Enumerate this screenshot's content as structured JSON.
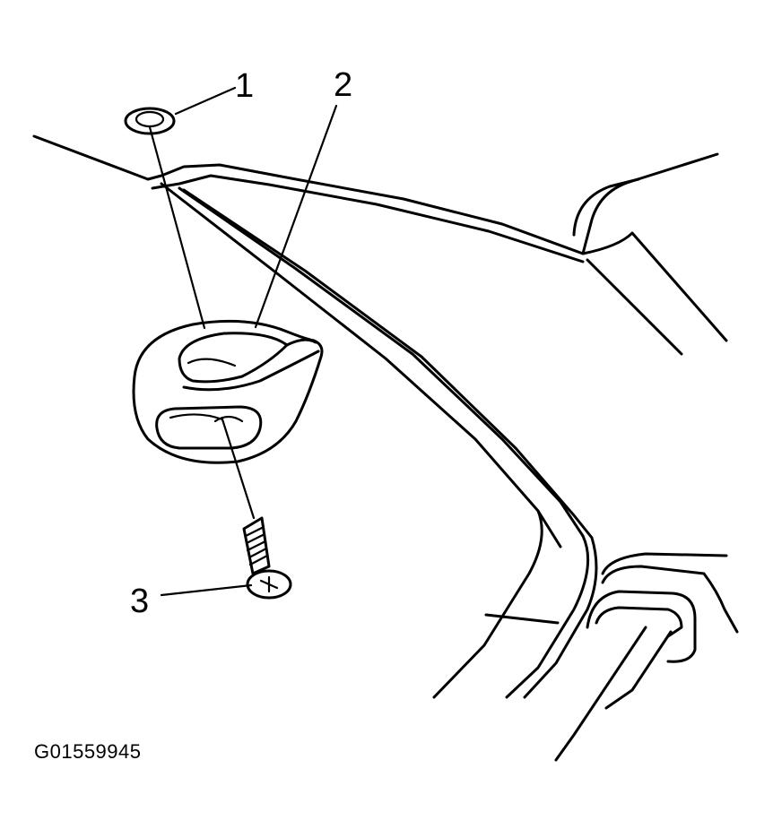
{
  "figure": {
    "id_label": "G01559945"
  },
  "callouts": [
    {
      "number": "1"
    },
    {
      "number": "2"
    },
    {
      "number": "3"
    }
  ],
  "colors": {
    "line": "#000000",
    "background": "#ffffff"
  }
}
